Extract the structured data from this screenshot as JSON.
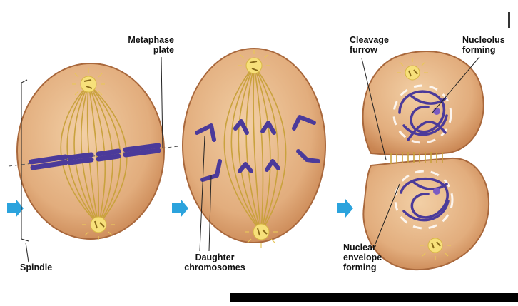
{
  "labels": {
    "metaphase_plate": [
      "Metaphase",
      "plate"
    ],
    "spindle": "Spindle",
    "daughter_chromosomes": [
      "Daughter",
      "chromosomes"
    ],
    "cleavage_furrow": [
      "Cleavage",
      "furrow"
    ],
    "nucleolus_forming": [
      "Nucleolus",
      "forming"
    ],
    "nuclear_envelope_forming": [
      "Nuclear",
      "envelope",
      "forming"
    ]
  },
  "colors": {
    "cell_fill": "#dfa97a",
    "cell_edge": "#a9683c",
    "spindle_fiber": "#c9a23d",
    "chromosome": "#4b3a9a",
    "centrosome": "#f7e07a",
    "arrow": "#2ba3dd"
  },
  "icons": [
    "right-arrow-icon",
    "right-arrow-icon",
    "right-arrow-icon"
  ]
}
